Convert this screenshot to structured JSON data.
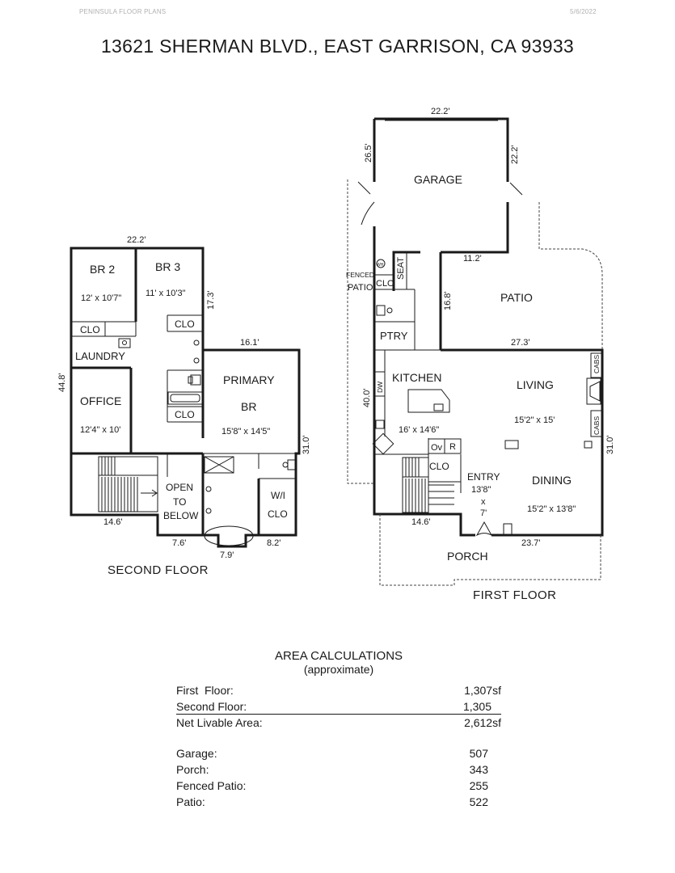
{
  "header": {
    "company": "PENINSULA FLOOR PLANS",
    "date": "5/6/2022",
    "address": "13621 SHERMAN BLVD., EAST GARRISON, CA 93933"
  },
  "second_floor": {
    "label": "SECOND FLOOR",
    "rooms": {
      "br2": {
        "name": "BR 2",
        "dims": "12' x 10'7\""
      },
      "br3": {
        "name": "BR 3",
        "dims": "11' x 10'3\""
      },
      "clo_br2": "CLO",
      "clo_br3": "CLO",
      "laundry": "LAUNDRY",
      "office": {
        "name": "OFFICE",
        "dims": "12'4\" x 10'"
      },
      "clo_bath": "CLO",
      "primary": {
        "name_line1": "PRIMARY",
        "name_line2": "BR",
        "dims": "15'8\" x 14'5\""
      },
      "open_line1": "OPEN",
      "open_line2": "TO",
      "open_line3": "BELOW",
      "wi_line1": "W/I",
      "wi_line2": "CLO"
    },
    "dims": {
      "top": "22.2'",
      "right_upper": "17.3'",
      "primary_top": "16.1'",
      "left": "44.8'",
      "right": "31.0'",
      "bottom_left": "14.6'",
      "bottom_mid1": "7.6'",
      "bottom_mid2": "7.9'",
      "bottom_right": "8.2'"
    }
  },
  "first_floor": {
    "label": "FIRST FLOOR",
    "rooms": {
      "garage": "GARAGE",
      "fenced_line1": "FENCED",
      "fenced_line2": "PATIO",
      "clo_small": "CLO",
      "seat": "SEAT",
      "wh": "WH",
      "patio": "PATIO",
      "ptry": "PTRY",
      "kitchen": {
        "name": "KITCHEN",
        "dims": "16' x 14'6\""
      },
      "dw": "DW",
      "ov": "Ov",
      "r": "R",
      "clo": "CLO",
      "living": {
        "name": "LIVING",
        "dims": "15'2\" x 15'"
      },
      "cabs_top": "CABS",
      "cabs_bottom": "CABS",
      "entry": {
        "name": "ENTRY",
        "dim1": "13'8\"",
        "dimx": "x",
        "dim2": "7'"
      },
      "dining": {
        "name": "DINING",
        "dims": "15'2\" x 13'8\""
      },
      "porch": "PORCH"
    },
    "dims": {
      "garage_top": "22.2'",
      "garage_left": "26.5'",
      "garage_right": "22.2'",
      "patio_top": "11.2'",
      "patio_left": "16.8'",
      "patio_bottom": "27.3'",
      "left": "40.0'",
      "right": "31.0'",
      "bottom_left": "14.6'",
      "bottom_right": "23.7'"
    }
  },
  "area": {
    "title": "AREA CALCULATIONS",
    "subtitle": "(approximate)",
    "rows": [
      {
        "label": "First  Floor:",
        "value": "1,307sf"
      },
      {
        "label": "Second Floor:",
        "value": "1,305"
      },
      {
        "label": "Net Livable Area:",
        "value": "2,612sf"
      },
      {
        "label": "Garage:",
        "value": "507"
      },
      {
        "label": "Porch:",
        "value": "343"
      },
      {
        "label": "Fenced Patio:",
        "value": "255"
      },
      {
        "label": "Patio:",
        "value": "522"
      }
    ]
  }
}
